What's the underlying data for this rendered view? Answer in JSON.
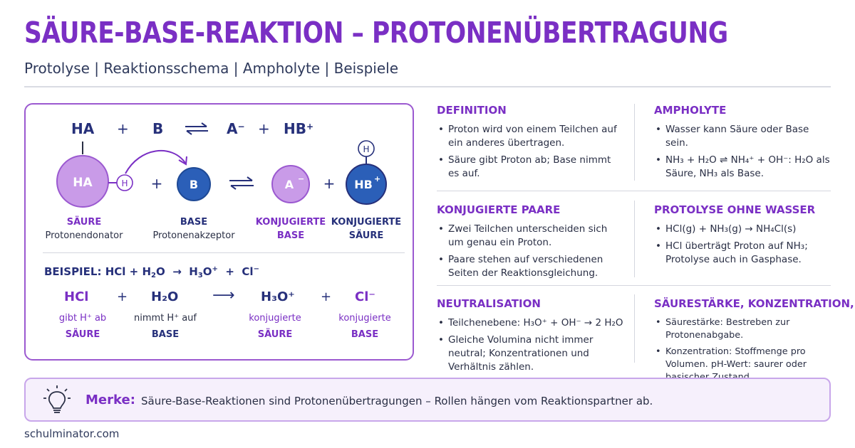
{
  "title": "SÄURE-BASE-REAKTION – PROTONENÜBERTRAGUNG",
  "subtitle": "Protolyse | Reaktionsschema | Ampholyte | Beispiele",
  "scheme": {
    "top": {
      "ha": "HA",
      "plus1": "+",
      "b": "B",
      "a": "A",
      "a_sup": "−",
      "plus2": "+",
      "hb": "HB",
      "hb_sup": "+"
    },
    "circles": {
      "ha": "HA",
      "h_small": "H",
      "plus1": "+",
      "b": "B",
      "a": "A",
      "a_sup": "−",
      "plus2": "+",
      "hb": "HB",
      "hb_sup": "+",
      "h_top": "H"
    },
    "roles": {
      "acid": {
        "r1": "SÄURE",
        "r2": "Protonendonator"
      },
      "base": {
        "r1": "BASE",
        "r2": "Protonenakzeptor"
      },
      "conj_base": {
        "r1": "KONJUGIERTE",
        "r2": "BASE"
      },
      "conj_acid": {
        "r1": "KONJUGIERTE",
        "r2": "SÄURE"
      }
    },
    "colors": {
      "purple": "#7a2fc4",
      "navy": "#26307a",
      "light_purple": "#c99be8",
      "blue": "#2b5fb8"
    }
  },
  "example": {
    "label": "BEISPIEL:",
    "equation": {
      "hcl": "HCl",
      "plus1": "+",
      "h": "H",
      "h2": "2",
      "o": "O",
      "arrow": "→",
      "h3": "H",
      "three": "3",
      "o2": "O",
      "plus_sup": "+",
      "plus2": "+",
      "cl": "Cl",
      "minus": "−"
    },
    "species": [
      {
        "formula": "HCl",
        "line1": "gibt H⁺ ab",
        "line2": "SÄURE"
      },
      {
        "formula": "H₂O",
        "line1": "nimmt H⁺ auf",
        "line2": "BASE"
      },
      {
        "formula": "H₃O⁺",
        "line1": "konjugierte",
        "line2": "SÄURE"
      },
      {
        "formula": "Cl⁻",
        "line1": "konjugierte",
        "line2": "BASE"
      }
    ],
    "plus": "+",
    "arrow": "⟶"
  },
  "sections": {
    "definition": {
      "title": "DEFINITION",
      "items": [
        "Proton wird von einem Teilchen auf ein anderes übertragen.",
        "Säure gibt Proton ab; Base nimmt es auf."
      ]
    },
    "ampholyte": {
      "title": "AMPHOLYTE",
      "items": [
        "Wasser kann Säure oder Base sein.",
        "NH₃ + H₂O ⇌ NH₄⁺ + OH⁻: H₂O als Säure, NH₃ als Base."
      ]
    },
    "pairs": {
      "title": "KONJUGIERTE PAARE",
      "items": [
        "Zwei Teilchen unterscheiden sich um genau ein Proton.",
        "Paare stehen auf verschiedenen Seiten der Reaktionsgleichung."
      ]
    },
    "no_water": {
      "title": "PROTOLYSE OHNE WASSER",
      "items": [
        "HCl(g) + NH₃(g) → NH₄Cl(s)",
        "HCl überträgt Proton auf NH₃; Protolyse auch in Gasphase."
      ]
    },
    "neutral": {
      "title": "NEUTRALISATION",
      "items": [
        "Teilchenebene: H₃O⁺ + OH⁻ → 2 H₂O",
        "Gleiche Volumina nicht immer neutral; Konzentrationen und Verhältnis zählen."
      ]
    },
    "strength": {
      "title": "SÄURESTÄRKE, KONZENTRATION, pH",
      "items": [
        "Säurestärke: Bestreben zur Protonenabgabe.",
        "Konzentration: Stoffmenge pro Volumen. pH-Wert: saurer oder basischer Zustand."
      ]
    }
  },
  "merke": {
    "label": "Merke:",
    "text": "Säure-Base-Reaktionen sind Protonenübertragungen – Rollen hängen vom Reaktionspartner ab.",
    "icon": "lightbulb-icon"
  },
  "footer": "schulminator.com"
}
